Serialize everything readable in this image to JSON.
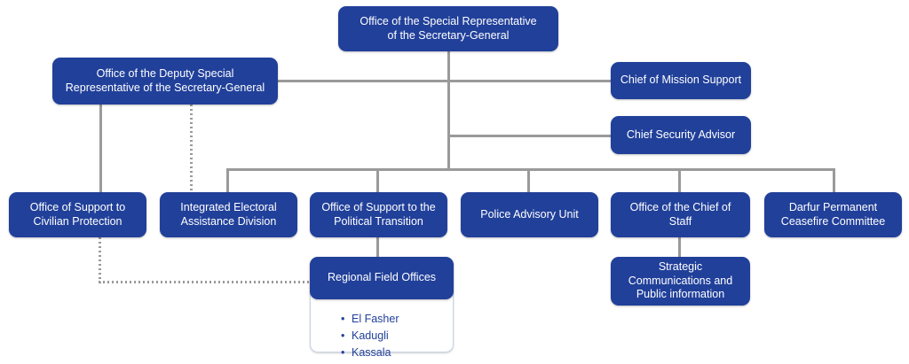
{
  "chart_data": {
    "type": "diagram",
    "title": "Organizational structure chart",
    "diagram_kind": "org-chart",
    "node_color": "#21409A",
    "node_text_color": "#ffffff",
    "connector_color": "#9a9a9a",
    "background": "#ffffff",
    "nodes": [
      {
        "id": "srsg",
        "label": "Office of the Special Representative\nof the Secretary-General",
        "level": 0
      },
      {
        "id": "dsrsg",
        "label": "Office of the Deputy Special\nRepresentative of the Secretary-General",
        "level": 1
      },
      {
        "id": "cms",
        "label": "Chief of Mission Support",
        "level": 1
      },
      {
        "id": "csa",
        "label": "Chief Security Advisor",
        "level": 1
      },
      {
        "id": "oscp",
        "label": "Office of Support to\nCivilian Protection",
        "level": 2
      },
      {
        "id": "iead",
        "label": "Integrated Electoral\nAssistance Division",
        "level": 2
      },
      {
        "id": "ospt",
        "label": "Office of Support to the\nPolitical Transition",
        "level": 2
      },
      {
        "id": "pau",
        "label": "Police Advisory Unit",
        "level": 2
      },
      {
        "id": "ocos",
        "label": "Office of the Chief of Staff",
        "level": 2
      },
      {
        "id": "dpcc",
        "label": "Darfur Permanent\nCeasefire Committee",
        "level": 2
      },
      {
        "id": "rfo",
        "label": "Regional Field Offices",
        "level": 3,
        "items": [
          "El Fasher",
          "Kadugli",
          "Kassala"
        ]
      },
      {
        "id": "scpi",
        "label": "Strategic\nCommunications and\nPublic information",
        "level": 3
      }
    ],
    "edges": [
      {
        "from": "srsg",
        "to": "dsrsg",
        "style": "solid"
      },
      {
        "from": "srsg",
        "to": "cms",
        "style": "solid"
      },
      {
        "from": "srsg",
        "to": "csa",
        "style": "solid"
      },
      {
        "from": "srsg",
        "to": "iead",
        "style": "solid"
      },
      {
        "from": "srsg",
        "to": "ospt",
        "style": "solid"
      },
      {
        "from": "srsg",
        "to": "pau",
        "style": "solid"
      },
      {
        "from": "srsg",
        "to": "ocos",
        "style": "solid"
      },
      {
        "from": "srsg",
        "to": "dpcc",
        "style": "solid"
      },
      {
        "from": "dsrsg",
        "to": "oscp",
        "style": "solid"
      },
      {
        "from": "dsrsg",
        "to": "iead",
        "style": "dotted"
      },
      {
        "from": "ospt",
        "to": "rfo",
        "style": "solid"
      },
      {
        "from": "ocos",
        "to": "scpi",
        "style": "solid"
      },
      {
        "from": "oscp",
        "to": "rfo",
        "style": "dotted"
      }
    ]
  },
  "nodes": {
    "srsg": {
      "label": "Office of the Special Representative\nof the Secretary-General"
    },
    "dsrsg": {
      "label": "Office of the Deputy Special\nRepresentative of the Secretary-General"
    },
    "cms": {
      "label": "Chief of Mission Support"
    },
    "csa": {
      "label": "Chief Security Advisor"
    },
    "oscp": {
      "label": "Office of Support to\nCivilian Protection"
    },
    "iead": {
      "label": "Integrated Electoral\nAssistance Division"
    },
    "ospt": {
      "label": "Office of Support to the\nPolitical Transition"
    },
    "pau": {
      "label": "Police Advisory Unit"
    },
    "ocos": {
      "label": "Office of the Chief of Staff"
    },
    "dpcc": {
      "label": "Darfur Permanent\nCeasefire Committee"
    },
    "rfo": {
      "label": "Regional Field Offices",
      "items": [
        "El Fasher",
        "Kadugli",
        "Kassala"
      ]
    },
    "scpi": {
      "label": "Strategic\nCommunications and\nPublic information"
    }
  }
}
